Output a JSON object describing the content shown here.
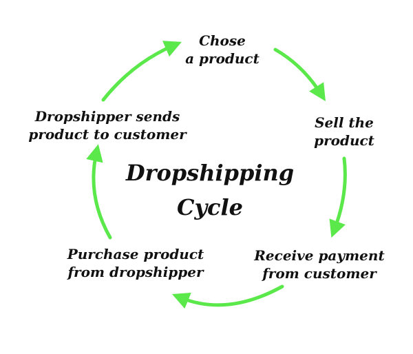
{
  "title": {
    "line1": "Dropshipping",
    "line2": "Cycle"
  },
  "steps": [
    {
      "line1": "Chose",
      "line2": "a product"
    },
    {
      "line1": "Sell the",
      "line2": "product"
    },
    {
      "line1": "Receive payment",
      "line2": "from customer"
    },
    {
      "line1": "Purchase product",
      "line2": "from dropshipper"
    },
    {
      "line1": "Dropshipper sends",
      "line2": "product to customer"
    }
  ],
  "colors": {
    "arrow": "#5be84a",
    "text": "#111111",
    "background": "#ffffff"
  }
}
